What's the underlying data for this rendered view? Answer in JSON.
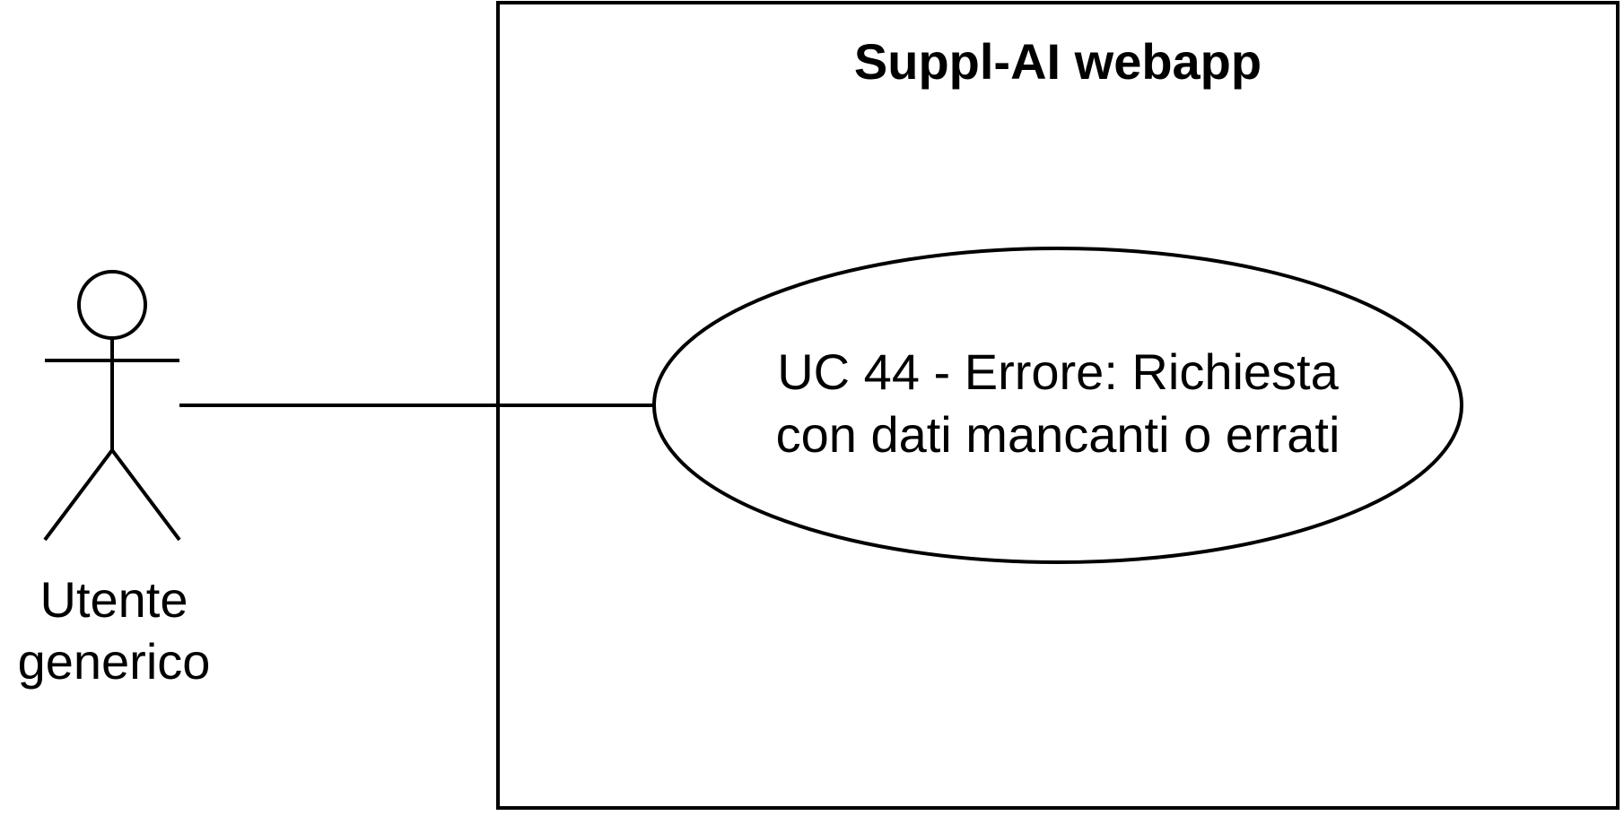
{
  "system": {
    "title": "Suppl-AI webapp"
  },
  "actor": {
    "label_line1": "Utente",
    "label_line2": "generico",
    "icon": "stick-figure-actor-icon"
  },
  "use_case": {
    "line1": "UC 44 - Errore: Richiesta",
    "line2": "con dati mancanti o errati"
  },
  "colors": {
    "stroke": "#000000",
    "background": "#ffffff"
  }
}
